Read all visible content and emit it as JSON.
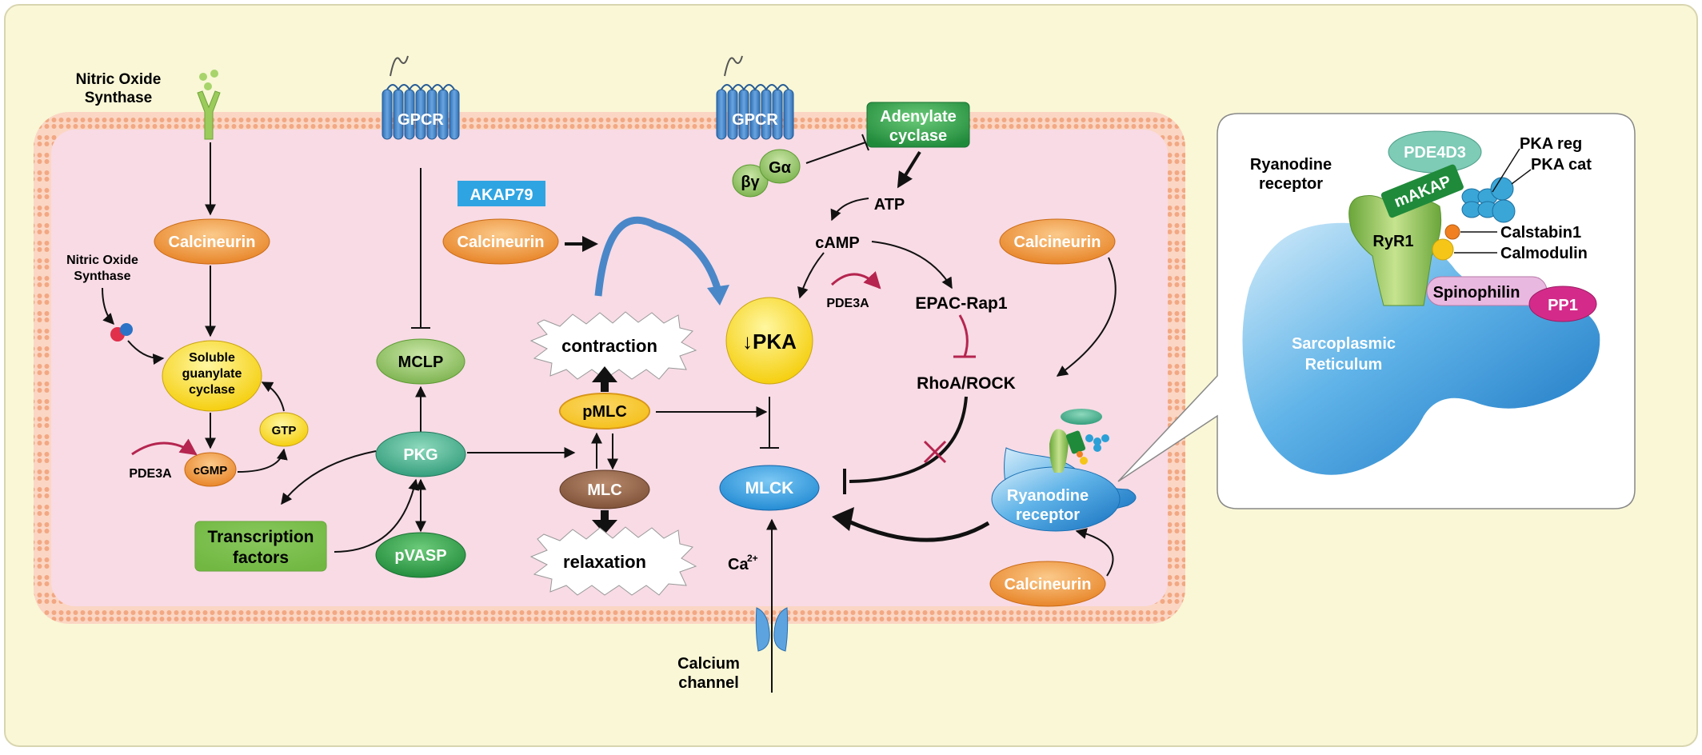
{
  "labels": {
    "nitric_oxide_synthase_top": [
      "Nitric Oxide",
      "Synthase"
    ],
    "nitric_oxide_synthase_side": [
      "Nitric Oxide",
      "Synthase"
    ],
    "gpcr_left": "GPCR",
    "gpcr_right": "GPCR",
    "adenylate_cyclase": [
      "Adenylate",
      "cyclase"
    ],
    "g_alpha": "Gα",
    "g_betagamma": "βγ",
    "atp": "ATP",
    "camp": "cAMP",
    "akap79": "AKAP79",
    "calcineurin_1": "Calcineurin",
    "calcineurin_2": "Calcineurin",
    "calcineurin_3": "Calcineurin",
    "calcineurin_4": "Calcineurin",
    "soluble_guanylate_cyclase": [
      "Soluble",
      "guanylate",
      "cyclase"
    ],
    "gtp": "GTP",
    "cgmp": "cGMP",
    "pde3a_left": "PDE3A",
    "pde3a_center": "PDE3A",
    "mclp": "MCLP",
    "pkg": "PKG",
    "pvasp": "pVASP",
    "transcription_factors": [
      "Transcription",
      "factors"
    ],
    "contraction": "contraction",
    "relaxation": "relaxation",
    "pmlc": "pMLC",
    "mlc": "MLC",
    "pka": "↓PKA",
    "mlck": "MLCK",
    "epac_rap1": "EPAC-Rap1",
    "rhoa_rock": "RhoA/ROCK",
    "ca": "Ca",
    "ca_sup": "2+",
    "calcium_channel": [
      "Calcium",
      "channel"
    ],
    "ryanodine_receptor_cell": [
      "Ryanodine",
      "receptor"
    ]
  },
  "inset": {
    "ryanodine_receptor": [
      "Ryanodine",
      "receptor"
    ],
    "pde4d3": "PDE4D3",
    "makap": "mAKAP",
    "pka_reg": "PKA reg",
    "pka_cat": "PKA cat",
    "ryr1": "RyR1",
    "calstabin1": "Calstabin1",
    "calmodulin": "Calmodulin",
    "spinophilin": "Spinophilin",
    "pp1": "PP1",
    "sarcoplasmic_reticulum": [
      "Sarcoplasmic",
      "Reticulum"
    ]
  },
  "colors": {
    "background": "#f9f7d6",
    "cell": "#f8dbe5",
    "membrane": "#f6b99a",
    "calcineurin": "#ef9a3a",
    "green_node": "#4fae8e",
    "yellow_node": "#fde233",
    "blue_node": "#2b9be0",
    "inhibit": "#b5254f",
    "arc_blue": "#4a87c8"
  }
}
